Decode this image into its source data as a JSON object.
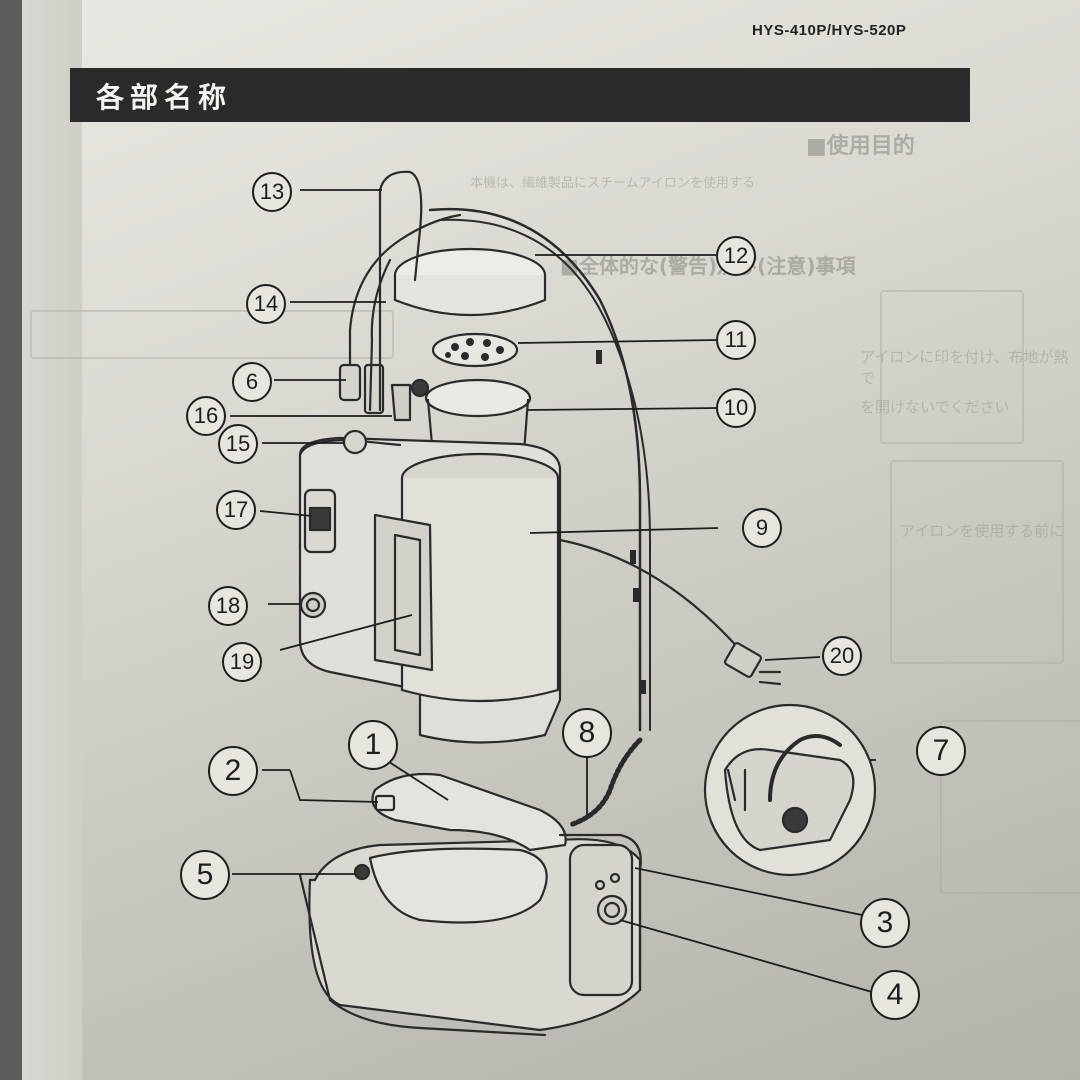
{
  "header": {
    "model_code": "HYS-410P/HYS-520P",
    "section_title": "各部名称"
  },
  "background_text": {
    "heading_1": "■使用目的",
    "heading_2": "■全体的な(警告)及び(注意)事項",
    "line_1": "本機は、繊維製品にスチームアイロンを使用する",
    "line_2": "アイロンに印を付け、布地が熱で",
    "line_3": "アイロンを使用する前に",
    "line_4": "を開けないでください"
  },
  "callouts": [
    "1",
    "2",
    "3",
    "4",
    "5",
    "6",
    "7",
    "8",
    "9",
    "10",
    "11",
    "12",
    "13",
    "14",
    "15",
    "16",
    "17",
    "18",
    "19",
    "20"
  ],
  "colors": {
    "paper": "#dcdcd5",
    "ink": "#1d1d1d",
    "title_bar": "#2a2a2a"
  }
}
